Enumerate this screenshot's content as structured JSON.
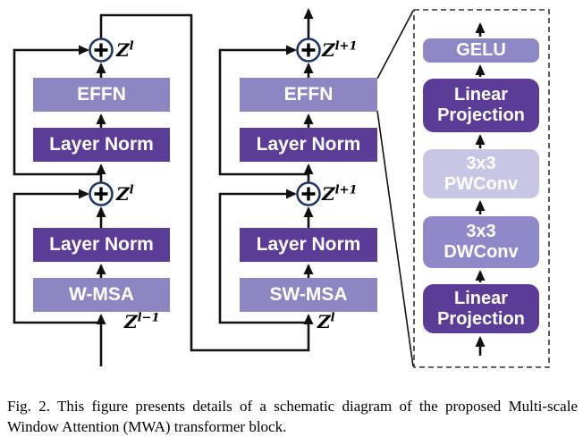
{
  "figure": {
    "caption_label": "Fig. 2.",
    "caption_text": "This figure presents details of a schematic diagram of the proposed Multi-scale Window Attention (MWA) transformer block."
  },
  "colors": {
    "dark_purple": "#5b3c97",
    "medium_purple": "#8c86c2",
    "light_purple": "#c9c6e5",
    "gelu_purple": "#8e88c7",
    "dwconv_purple": "#8f89c9",
    "add_circle_border": "#1f3864",
    "line_color": "#111111",
    "dashed_border": "#333333"
  },
  "icons": {
    "add_operator": "plus-in-circle"
  },
  "operators": {
    "plus": "+"
  },
  "blocks": {
    "effn_left": "EFFN",
    "layer_norm_upper_left": "Layer Norm",
    "layer_norm_lower_left": "Layer Norm",
    "w_msa": "W-MSA",
    "effn_mid": "EFFN",
    "layer_norm_upper_mid": "Layer Norm",
    "layer_norm_lower_mid": "Layer Norm",
    "sw_msa": "SW-MSA",
    "gelu": "GELU",
    "linear_projection_top": "Linear Projection",
    "pwconv_line1": "3x3",
    "pwconv_line2": "PWConv",
    "dwconv_line1": "3x3",
    "dwconv_line2": "DWConv",
    "linear_projection_bottom": "Linear Projection"
  },
  "math_labels": {
    "z_out_left": {
      "base": "Z",
      "sup": "l"
    },
    "z_mid_left": {
      "base": "Z",
      "sup": "l"
    },
    "z_in_left": {
      "base": "Z",
      "sup": "l−1"
    },
    "z_out_mid": {
      "base": "Z",
      "sup": "l+1"
    },
    "z_mid_mid": {
      "base": "Z",
      "sup": "l+1"
    },
    "z_in_mid": {
      "base": "Z",
      "sup": "l"
    }
  }
}
